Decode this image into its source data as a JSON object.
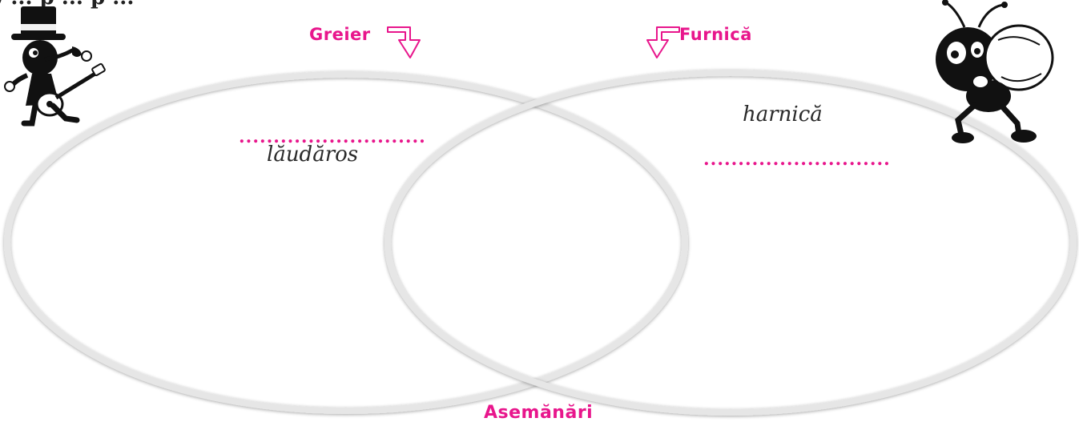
{
  "header": {
    "fragment_text": ") ... p ... p ..."
  },
  "labels": {
    "left_set": "Greier",
    "right_set": "Furnică",
    "intersection": "Asemănări"
  },
  "left_circle": {
    "blank": "...........................",
    "word": "lăudăros"
  },
  "right_circle": {
    "word": "harnică",
    "blank": "..........................."
  },
  "colors": {
    "accent": "#e8168c",
    "ellipse_stroke": "#e4e4e4",
    "text": "#2a2a2a"
  },
  "icons": {
    "left": "cricket-with-guitar-icon",
    "right": "ant-carrying-sack-icon"
  }
}
